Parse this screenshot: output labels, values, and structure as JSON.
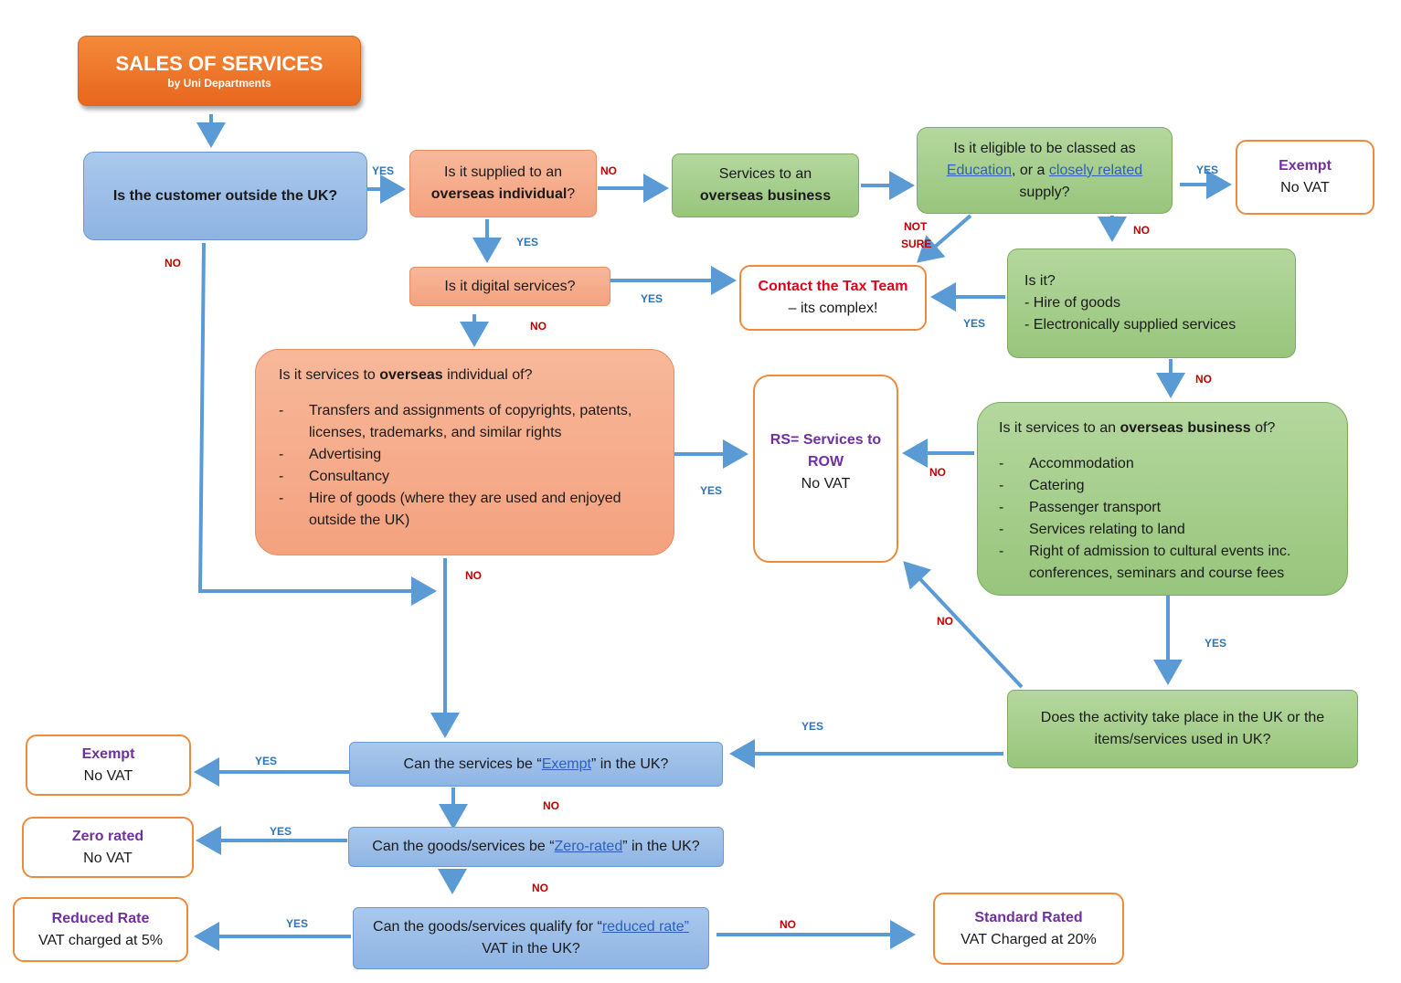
{
  "title": {
    "main": "SALES OF SERVICES",
    "sub": "by Uni Departments"
  },
  "colors": {
    "arrow": "#5b9bd5",
    "accent_orange": "#ed8a3c",
    "purple": "#7030a0",
    "red": "#e0001a"
  },
  "nodes": {
    "customer_outside": "Is the customer outside the UK?",
    "overseas_individual": {
      "pre": "Is it supplied to an ",
      "bold": "overseas individual",
      "post": "?"
    },
    "overseas_business": {
      "line1": "Services to an",
      "bold": "overseas business"
    },
    "eligible": {
      "pre": "Is it eligible to be classed as",
      "link1": "Education",
      "mid": ", or a ",
      "link2": "closely related",
      "post": "supply?"
    },
    "exempt_top": {
      "title": "Exempt",
      "text": "No VAT"
    },
    "digital": "Is it digital services?",
    "tax_team": {
      "title": "Contact the Tax Team",
      "text": "– its complex!"
    },
    "hire_electronic": {
      "title": "Is it?",
      "items": [
        "- Hire of goods",
        "- Electronically supplied services"
      ]
    },
    "services_individual": {
      "pre": "Is it services to ",
      "bold": "overseas",
      "post": " individual of?",
      "items": [
        "Transfers and assignments of copyrights, patents, licenses, trademarks, and similar rights",
        "Advertising",
        "Consultancy",
        "Hire of goods (where they are used and enjoyed outside the UK)"
      ]
    },
    "rs_row": {
      "title": "RS= Services to ROW",
      "text": "No VAT"
    },
    "services_business": {
      "pre": "Is it services to an ",
      "bold": "overseas business",
      "post": " of?",
      "items": [
        "Accommodation",
        "Catering",
        "Passenger transport",
        "Services relating to land",
        "Right of admission to cultural events inc. conferences, seminars and course fees"
      ]
    },
    "activity_uk": "Does the activity take place in the UK or the items/services used in UK?",
    "can_exempt": {
      "pre": "Can the services be “",
      "link": "Exempt",
      "post": "” in the UK?"
    },
    "exempt_bottom": {
      "title": "Exempt",
      "text": "No VAT"
    },
    "can_zero": {
      "pre": "Can the goods/services be “",
      "link": "Zero-rated",
      "post": "” in the UK?"
    },
    "zero_rated": {
      "title": "Zero rated",
      "text": "No VAT"
    },
    "can_reduced": {
      "pre": "Can the goods/services qualify for “",
      "link": "reduced rate”",
      "post": " VAT in the UK?"
    },
    "reduced_rate": {
      "title": "Reduced Rate",
      "text": "VAT charged at 5%"
    },
    "standard_rated": {
      "title": "Standard Rated",
      "text": "VAT Charged at 20%"
    }
  },
  "labels": {
    "yes": "YES",
    "no": "NO",
    "not_sure_1": "NOT",
    "not_sure_2": "SURE"
  }
}
